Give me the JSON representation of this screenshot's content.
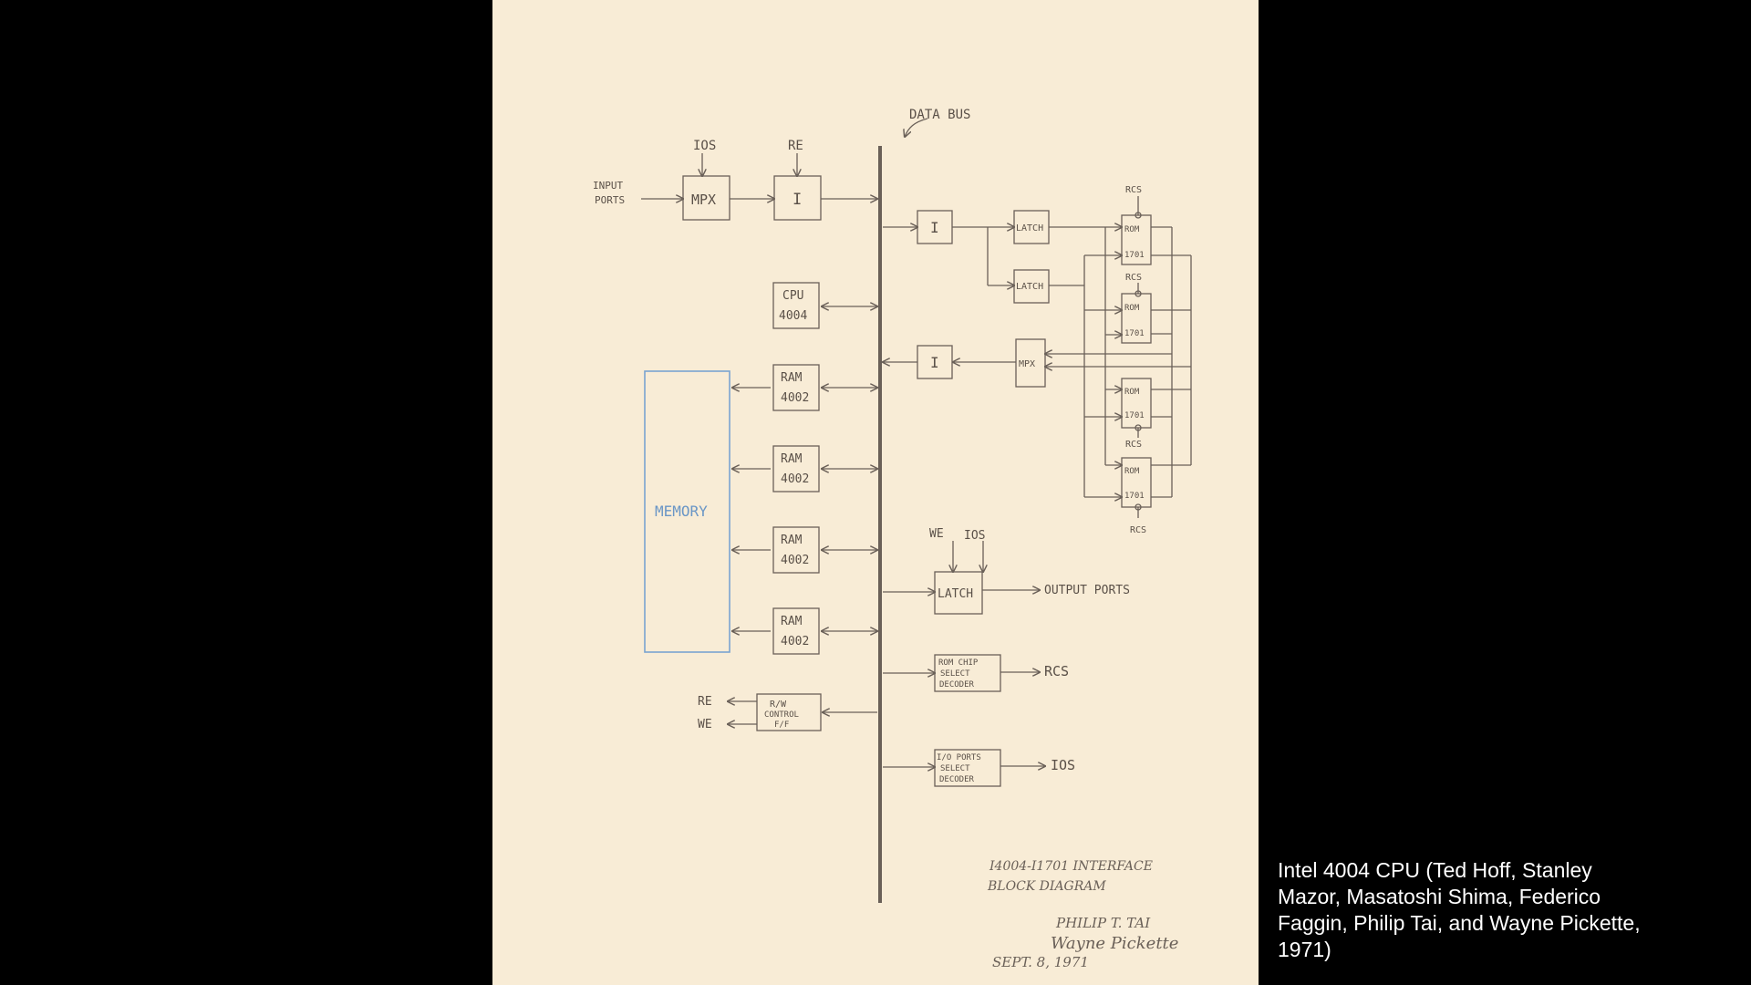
{
  "caption": "Intel 4004 CPU (Ted Hoff, Stanley Mazor, Masatoshi Shima, Federico Faggin, Philip Tai, and Wayne Pickette, 1971)",
  "diagram": {
    "data_bus": "DATA BUS",
    "input_ports": [
      "INPUT",
      "PORTS"
    ],
    "ios": "IOS",
    "re": "RE",
    "we": "WE",
    "rcs": "RCS",
    "mpx": "MPX",
    "i": "I",
    "latch": "LATCH",
    "cpu": [
      "CPU",
      "4004"
    ],
    "ram": [
      "RAM",
      "4002"
    ],
    "rom": [
      "ROM",
      "1701"
    ],
    "memory": "MEMORY",
    "rw_control": [
      "R/W",
      "CONTROL",
      "F/F"
    ],
    "output_ports": "OUTPUT PORTS",
    "rom_chip_select": [
      "ROM CHIP",
      "SELECT",
      "DECODER"
    ],
    "io_ports_select": [
      "I/O PORTS",
      "SELECT",
      "DECODER"
    ],
    "title": [
      "I4004-I1701 INTERFACE",
      "BLOCK DIAGRAM"
    ],
    "authors": [
      "PHILIP T. TAI",
      "Wayne Pickette"
    ],
    "date": "SEPT. 8, 1971"
  }
}
